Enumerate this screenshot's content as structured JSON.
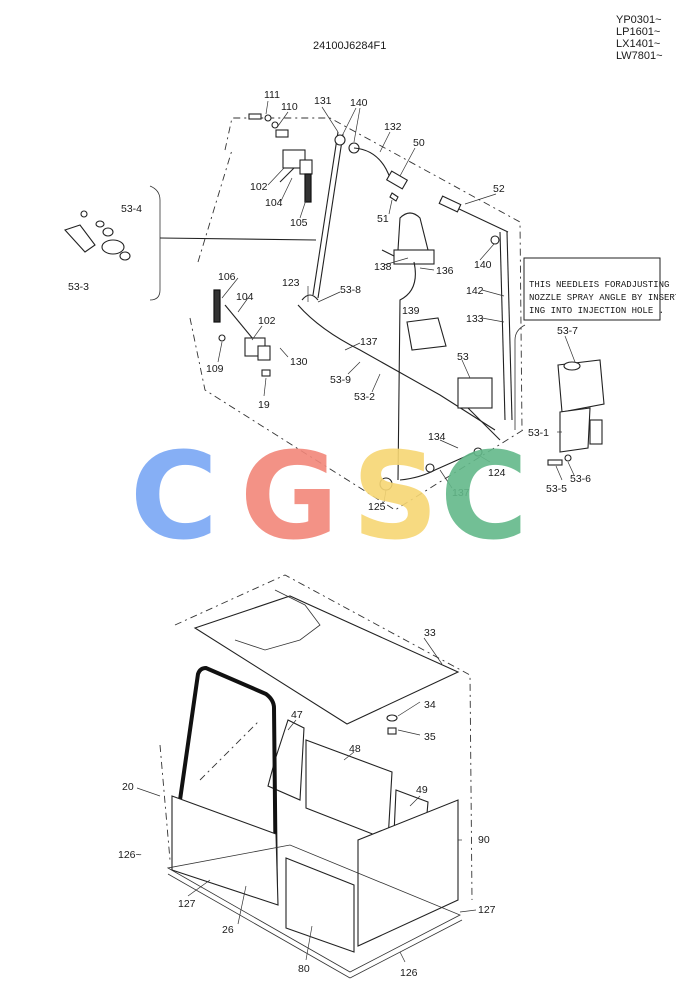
{
  "diagram_code": "24100J6284F1",
  "serial_ranges": [
    "YP0301~",
    "LP1601~",
    "LX1401~",
    "LW7801~"
  ],
  "note_lines": [
    "THIS NEEDLEIS FORADJUSTING",
    "NOZZLE SPRAY ANGLE BY INSERT-",
    "ING INTO INJECTION HOLE ."
  ],
  "watermark": {
    "letters": [
      {
        "char": "C",
        "color": "#7aa7f5"
      },
      {
        "char": "G",
        "color": "#f2877a"
      },
      {
        "char": "S",
        "color": "#f7d774"
      },
      {
        "char": "C",
        "color": "#63b98a"
      }
    ]
  },
  "callouts_upper": [
    "111",
    "110",
    "131",
    "140",
    "132",
    "50",
    "102",
    "104",
    "105",
    "51",
    "52",
    "53-4",
    "53-3",
    "106",
    "123",
    "53-8",
    "104",
    "102",
    "130",
    "138",
    "136",
    "140",
    "142",
    "133",
    "139",
    "137",
    "109",
    "19",
    "53-9",
    "53-2",
    "53",
    "53-7",
    "53-1",
    "53-6",
    "53-5",
    "134",
    "124",
    "125",
    "137"
  ],
  "callouts_lower": [
    "33",
    "34",
    "35",
    "47",
    "48",
    "49",
    "20",
    "90",
    "126~",
    "127",
    "26",
    "80",
    "126",
    "127"
  ]
}
